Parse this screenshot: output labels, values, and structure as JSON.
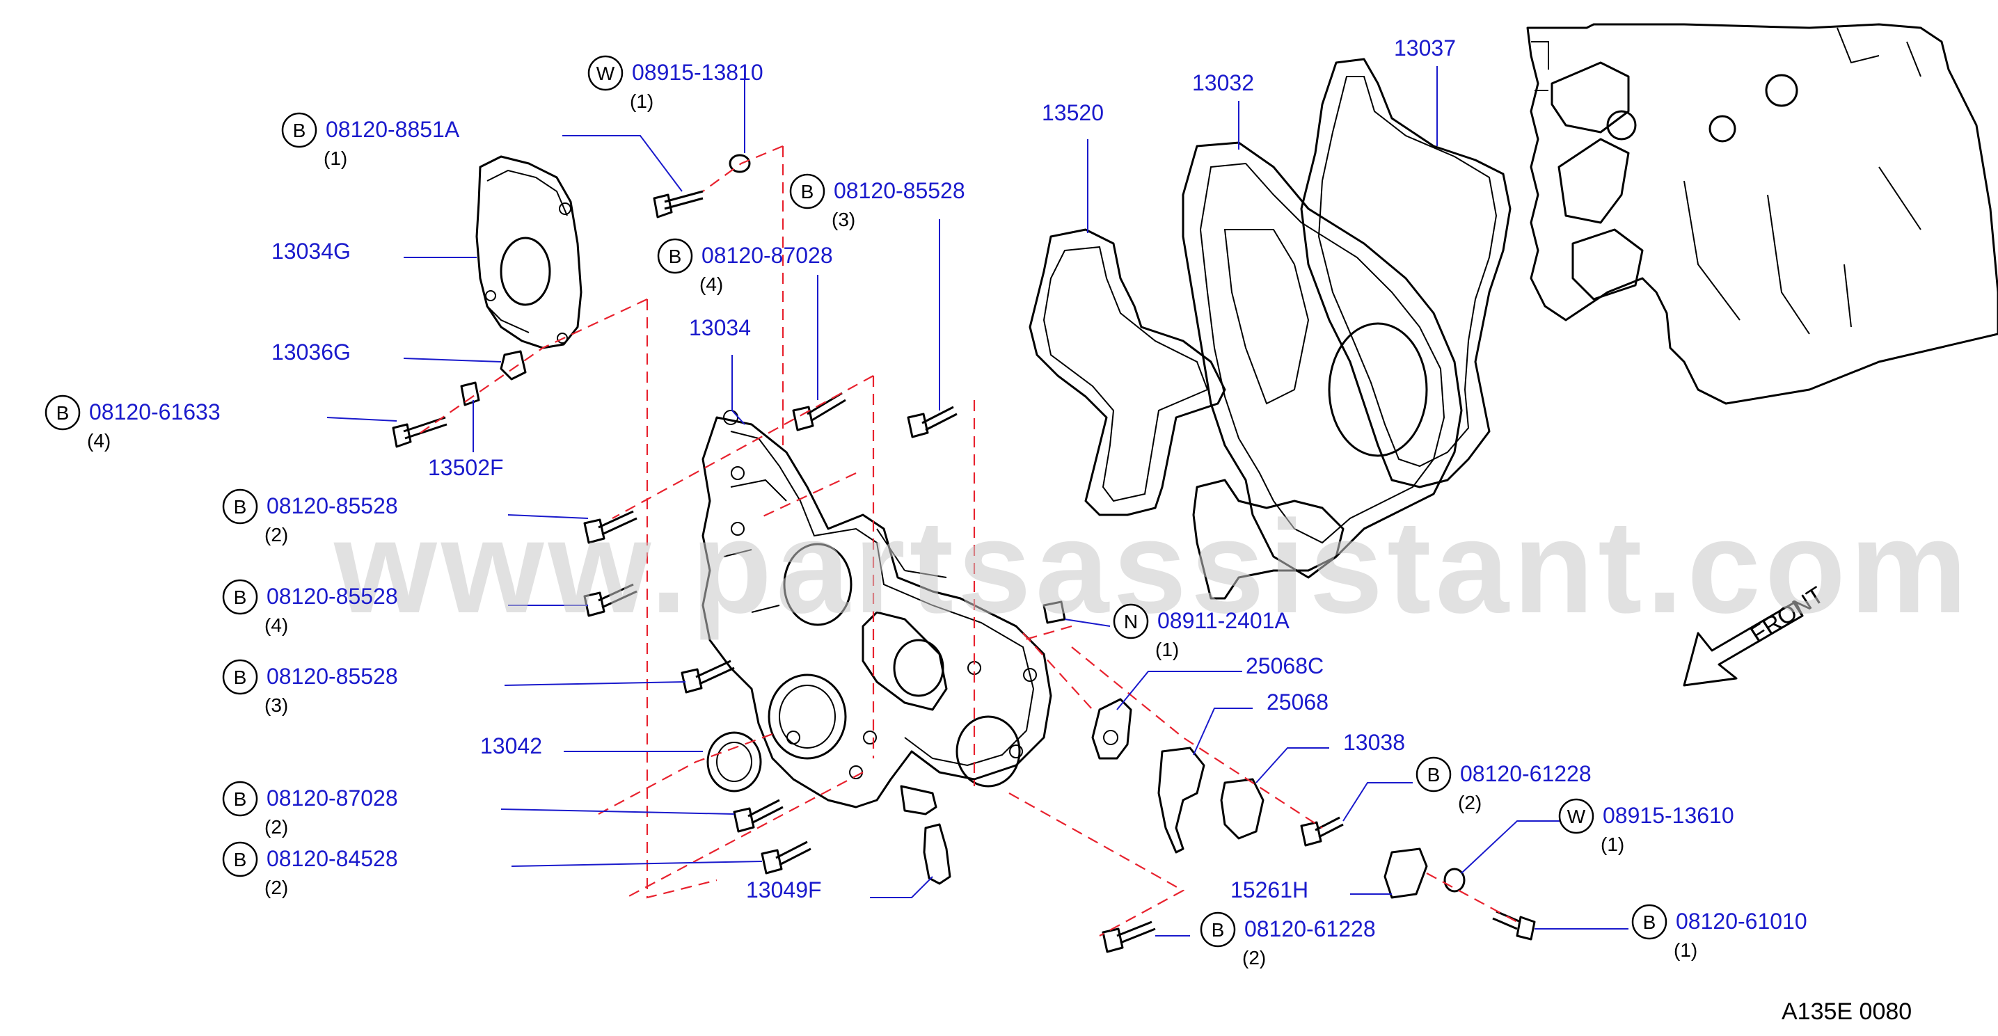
{
  "diagram": {
    "watermark": "www.partsassistant.com",
    "front_label": "FRONT",
    "footer_code": "A135E  0080",
    "callouts": [
      {
        "id": "c1",
        "badge": "W",
        "part": "08915-13810",
        "qty": "(1)"
      },
      {
        "id": "c2",
        "badge": "B",
        "part": "08120-8851A",
        "qty": "(1)"
      },
      {
        "id": "c3",
        "badge": "",
        "part": "13034G",
        "qty": ""
      },
      {
        "id": "c4",
        "badge": "B",
        "part": "08120-85528",
        "qty": "(3)"
      },
      {
        "id": "c5",
        "badge": "B",
        "part": "08120-87028",
        "qty": "(4)"
      },
      {
        "id": "c6",
        "badge": "",
        "part": "13034",
        "qty": ""
      },
      {
        "id": "c7",
        "badge": "",
        "part": "13036G",
        "qty": ""
      },
      {
        "id": "c8",
        "badge": "B",
        "part": "08120-61633",
        "qty": "(4)"
      },
      {
        "id": "c9",
        "badge": "",
        "part": "13502F",
        "qty": ""
      },
      {
        "id": "c10",
        "badge": "B",
        "part": "08120-85528",
        "qty": "(2)"
      },
      {
        "id": "c11",
        "badge": "B",
        "part": "08120-85528",
        "qty": "(4)"
      },
      {
        "id": "c12",
        "badge": "B",
        "part": "08120-85528",
        "qty": "(3)"
      },
      {
        "id": "c13",
        "badge": "",
        "part": "13042",
        "qty": ""
      },
      {
        "id": "c14",
        "badge": "B",
        "part": "08120-87028",
        "qty": "(2)"
      },
      {
        "id": "c15",
        "badge": "B",
        "part": "08120-84528",
        "qty": "(2)"
      },
      {
        "id": "c16",
        "badge": "",
        "part": "13049F",
        "qty": ""
      },
      {
        "id": "c17",
        "badge": "",
        "part": "13520",
        "qty": ""
      },
      {
        "id": "c18",
        "badge": "",
        "part": "13032",
        "qty": ""
      },
      {
        "id": "c19",
        "badge": "",
        "part": "13037",
        "qty": ""
      },
      {
        "id": "c20",
        "badge": "N",
        "part": "08911-2401A",
        "qty": "(1)"
      },
      {
        "id": "c21",
        "badge": "",
        "part": "25068C",
        "qty": ""
      },
      {
        "id": "c22",
        "badge": "",
        "part": "25068",
        "qty": ""
      },
      {
        "id": "c23",
        "badge": "",
        "part": "13038",
        "qty": ""
      },
      {
        "id": "c24",
        "badge": "B",
        "part": "08120-61228",
        "qty": "(2)"
      },
      {
        "id": "c25",
        "badge": "W",
        "part": "08915-13610",
        "qty": "(1)"
      },
      {
        "id": "c26",
        "badge": "",
        "part": "15261H",
        "qty": ""
      },
      {
        "id": "c27",
        "badge": "B",
        "part": "08120-61010",
        "qty": "(1)"
      },
      {
        "id": "c28",
        "badge": "B",
        "part": "08120-61228",
        "qty": "(2)"
      }
    ]
  }
}
